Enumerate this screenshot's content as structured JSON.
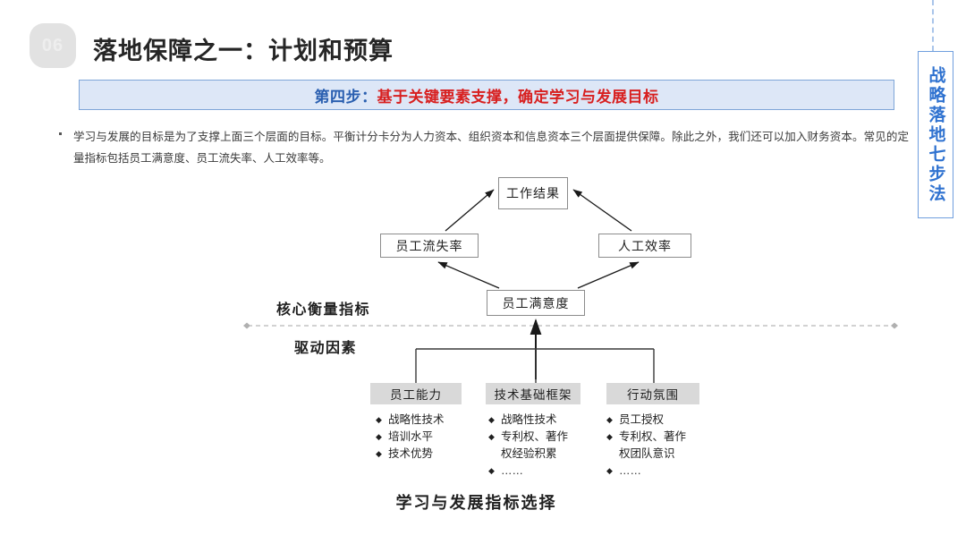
{
  "header": {
    "number_badge": "06",
    "title": "落地保障之一：计划和预算"
  },
  "banner": {
    "step_label": "第四步：",
    "step_text": "基于关键要素支撑，确定学习与发展目标",
    "step_color": "#2a5fb0",
    "text_color": "#d81f1f",
    "fill_color": "#dde7f7",
    "border_color": "#7fa6d8"
  },
  "body": {
    "bullet": "学习与发展的目标是为了支撑上面三个层面的目标。平衡计分卡分为人力资本、组织资本和信息资本三个层面提供保障。除此之外，我们还可以加入财务资本。常见的定量指标包括员工满意度、员工流失率、人工效率等。"
  },
  "side_tab": {
    "label": "战略落地七步法",
    "color": "#2f72d0"
  },
  "diagram": {
    "nodes": {
      "result": "工作结果",
      "turnover": "员工流失率",
      "efficiency": "人工效率",
      "satisfaction": "员工满意度"
    },
    "section_labels": {
      "core": "核心衡量指标",
      "drivers": "驱动因素"
    },
    "driver_columns": [
      {
        "header": "员工能力",
        "items": [
          "战略性技术",
          "培训水平",
          "技术优势"
        ]
      },
      {
        "header": "技术基础框架",
        "items": [
          "战略性技术",
          "专利权、著作\n权经验积累",
          "……"
        ]
      },
      {
        "header": "行动氛围",
        "items": [
          "员工授权",
          "专利权、著作\n权团队意识",
          "……"
        ]
      }
    ],
    "caption": "学习与发展指标选择"
  }
}
